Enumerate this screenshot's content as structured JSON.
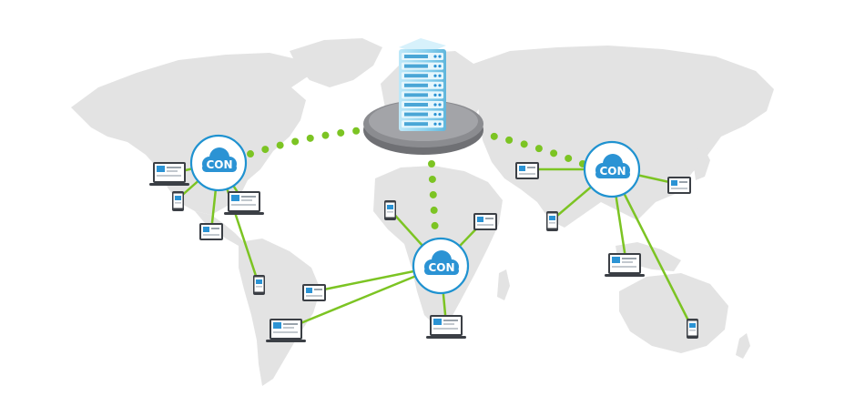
{
  "colors": {
    "background": "#ffffff",
    "map_land": "#e3e3e3",
    "link_green": "#7cc423",
    "node_ring": "#1f92d0",
    "cloud_blue": "#2b93d4",
    "server_blue": "#8fd3ef",
    "platform_gray": "#8b8c90",
    "device_frame": "#3b3f45",
    "device_screen": "#ffffff"
  },
  "icons": {
    "origin": "server-rack-icon",
    "edge": "cloud-icon",
    "clients": [
      "laptop-icon",
      "tablet-icon",
      "smartphone-icon"
    ]
  },
  "nodes": [
    {
      "id": "north-america",
      "label": "CON"
    },
    {
      "id": "africa",
      "label": "CON"
    },
    {
      "id": "asia",
      "label": "CON"
    }
  ]
}
